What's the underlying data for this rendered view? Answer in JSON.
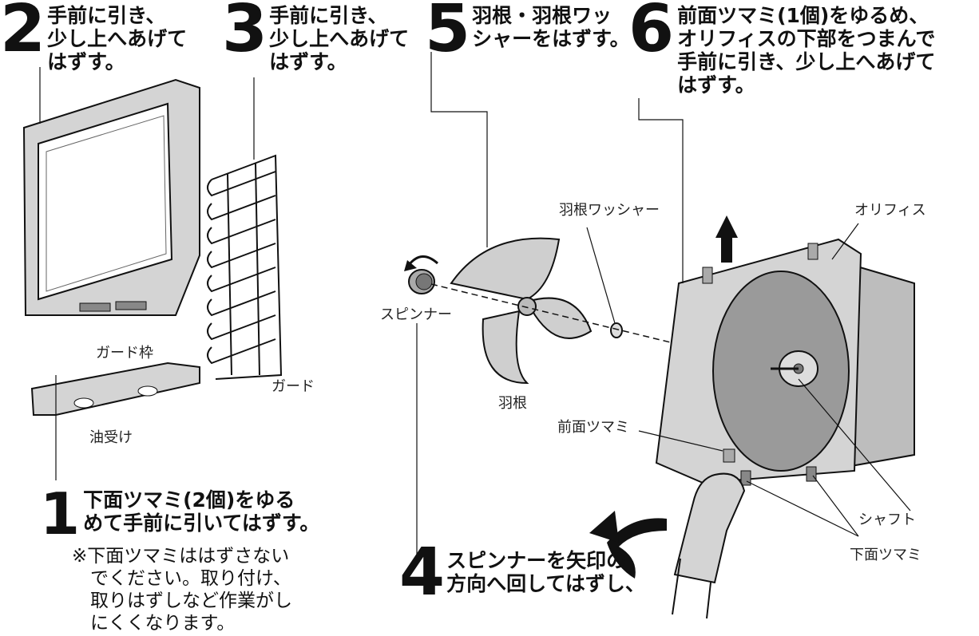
{
  "steps": {
    "s1": {
      "number": "1",
      "text": "下面ツマミ(2個)をゆる\nめて手前に引いてはずす。",
      "note": "※下面ツマミははずさない\n　でください。取り付け、\n　取りはずしなど作業がし\n　にくくなります。"
    },
    "s2": {
      "number": "2",
      "text": "手前に引き、\n少し上へあげて\nはずす。"
    },
    "s3": {
      "number": "3",
      "text": "手前に引き、\n少し上へあげて\nはずす。"
    },
    "s4": {
      "number": "4",
      "text": "スピンナーを矢印の\n方向へ回してはずし、"
    },
    "s5": {
      "number": "5",
      "text": "羽根・羽根ワッ\nシャーをはずす。"
    },
    "s6": {
      "number": "6",
      "text": "前面ツマミ(1個)をゆるめ、\nオリフィスの下部をつまんで\n手前に引き、少し上へあげて\nはずす。"
    }
  },
  "labels": {
    "guard_frame": "ガード枠",
    "guard": "ガード",
    "oil_tray": "油受け",
    "spinner": "スピンナー",
    "blade": "羽根",
    "blade_washer": "羽根ワッシャー",
    "orifice": "オリフィス",
    "front_knob": "前面ツマミ",
    "shaft": "シャフト",
    "bottom_knob": "下面ツマミ"
  },
  "colors": {
    "part_fill": "#d4d4d4",
    "part_dark": "#9a9a9a",
    "ink": "#111111",
    "housing": "#bdbdbd"
  }
}
